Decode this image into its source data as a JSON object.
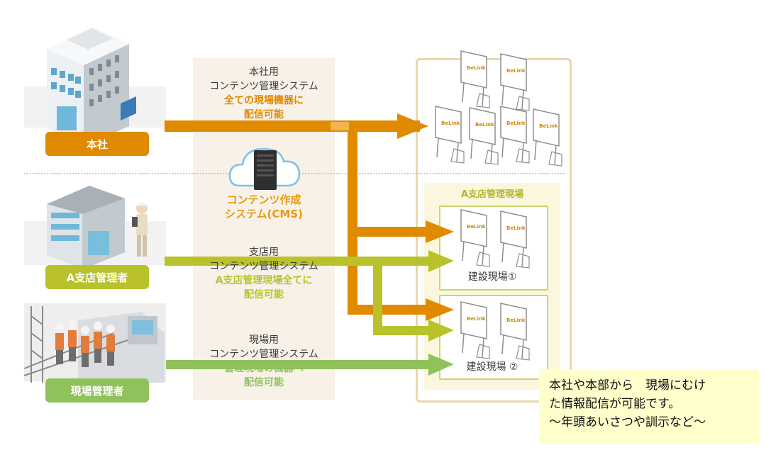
{
  "colors": {
    "orange": "#e08a00",
    "lime": "#b9c22b",
    "green": "#8fc25b",
    "panel": "#f7f1e8",
    "outer_border": "#ead6aa"
  },
  "tags": {
    "hq": "本社",
    "branch": "A支店管理者",
    "site": "現場管理者"
  },
  "systems": {
    "hq": {
      "line1": "本社用",
      "line2": "コンテンツ管理システム",
      "line3": "全ての現場機器に",
      "line4": "配信可能"
    },
    "cms": {
      "line1": "コンテンツ作成",
      "line2": "システム(CMS)"
    },
    "branch": {
      "line1": "支店用",
      "line2": "コンテンツ管理システム",
      "line3": "A支店管理現場全てに",
      "line4": "配信可能"
    },
    "site": {
      "line1": "現場用",
      "line2": "コンテンツ管理システム",
      "line3": "管理現場の機器へ",
      "line4": "配信可能"
    }
  },
  "targets": {
    "branch_title": "A支店管理現場",
    "site1": "建設現場①",
    "site2": "建設現場 ②",
    "signage_text": "BeLink"
  },
  "callout": {
    "line1": "本社や本部から　現場にむけ",
    "line2": "た情報配信が可能です。",
    "line3": "～年頭あいさつや訓示など～"
  },
  "icons": [
    "office-building-icon",
    "branch-building-icon",
    "construction-site-icon",
    "cloud-server-icon",
    "digital-signage-icon",
    "worker-icon"
  ]
}
